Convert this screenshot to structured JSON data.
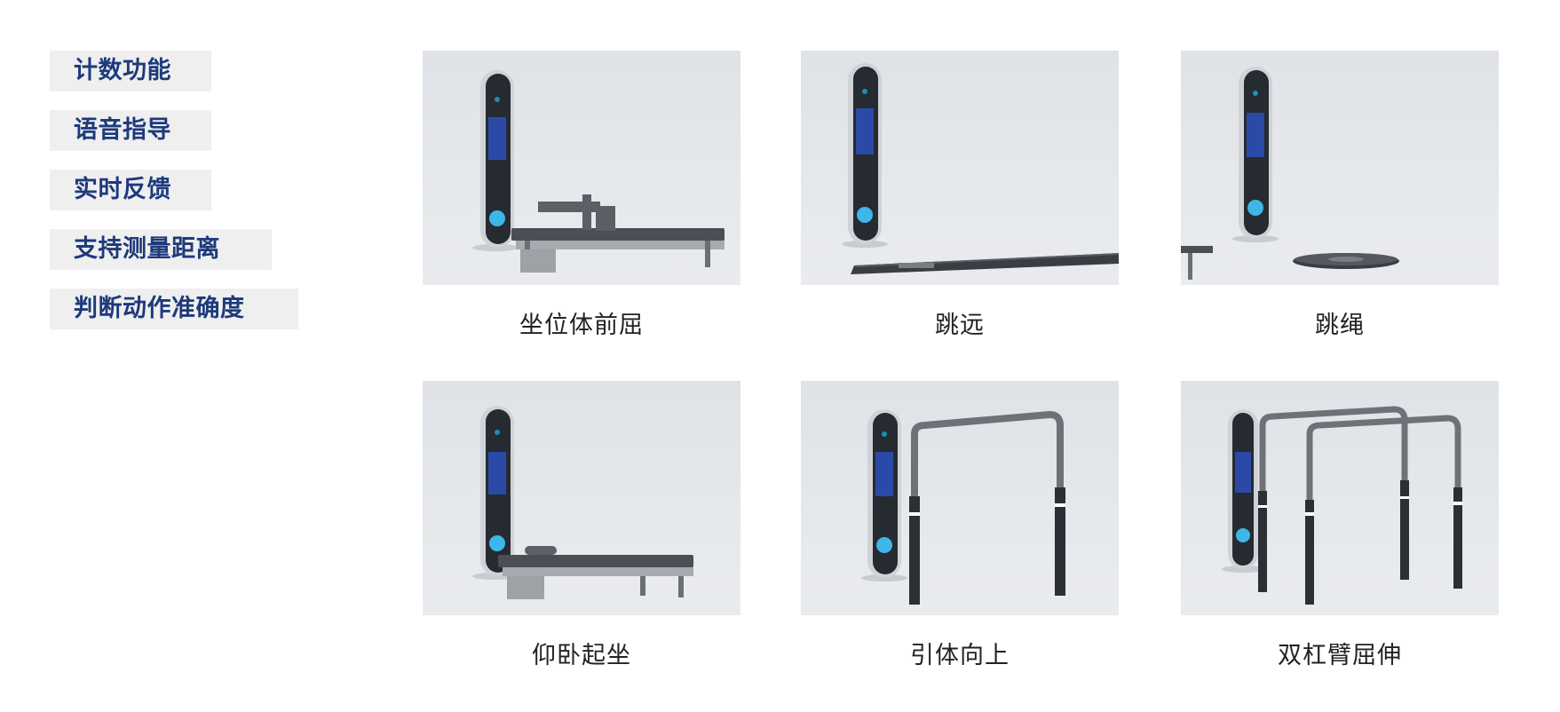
{
  "features": [
    "计数功能",
    "语音指导",
    "实时反馈",
    "支持测量距离",
    "判断动作准确度"
  ],
  "products": [
    {
      "label": "坐位体前屈",
      "equipment": "sit-and-reach-bench"
    },
    {
      "label": "跳远",
      "equipment": "long-jump-mat"
    },
    {
      "label": "跳绳",
      "equipment": "jump-rope-pad"
    },
    {
      "label": "仰卧起坐",
      "equipment": "sit-up-bench"
    },
    {
      "label": "引体向上",
      "equipment": "pull-up-bar"
    },
    {
      "label": "双杠臂屈伸",
      "equipment": "parallel-bars"
    }
  ],
  "colors": {
    "feature_text": "#1e3a7b",
    "feature_bg": "#efeff0",
    "kiosk_screen": "#2b4aa8",
    "kiosk_glow": "#3fb6e8"
  }
}
